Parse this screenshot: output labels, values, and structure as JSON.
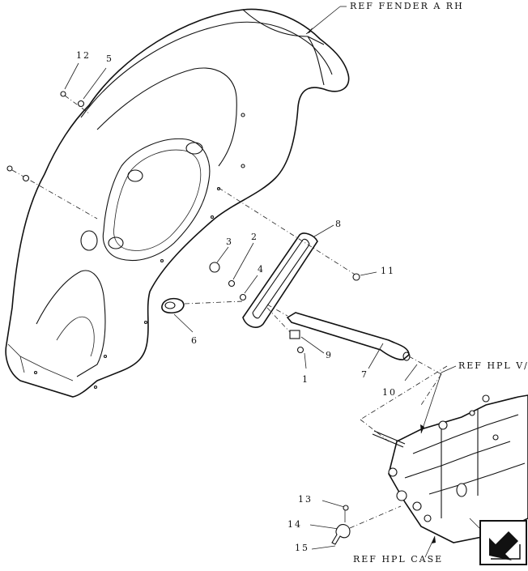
{
  "references": {
    "fender": "REF FENDER A RH",
    "hpl_valve": "REF HPL V/",
    "hpl_case": "REF HPL CASE"
  },
  "callouts": {
    "c1": "1",
    "c2": "2",
    "c3": "3",
    "c4": "4",
    "c5": "5",
    "c6": "6",
    "c7": "7",
    "c8": "8",
    "c9": "9",
    "c10": "10",
    "c11": "11",
    "c12": "12",
    "c13": "13",
    "c14": "14",
    "c15": "15"
  },
  "nav": {
    "icon": "arrow-icon"
  }
}
